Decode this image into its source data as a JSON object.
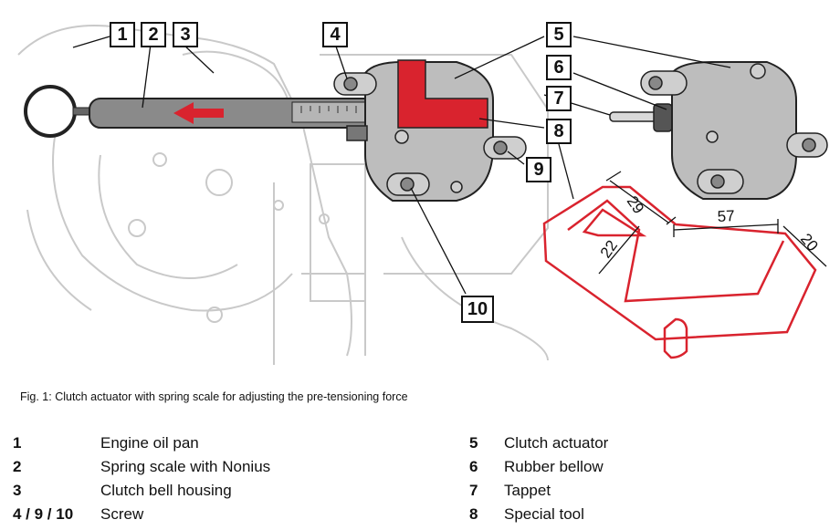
{
  "figure": {
    "callouts": [
      "1",
      "2",
      "3",
      "4",
      "5",
      "6",
      "7",
      "8",
      "9",
      "10"
    ],
    "dimensions": [
      "29",
      "22",
      "57",
      "20"
    ],
    "colors": {
      "accent_red": "#d9232e",
      "line": "#111111",
      "ghost": "#c9c9c9",
      "metal": "#bdbdbd"
    }
  },
  "caption": "Fig. 1: Clutch actuator with spring scale for adjusting the pre-tensioning force",
  "legend": {
    "left": [
      {
        "num": "1",
        "label": "Engine oil pan"
      },
      {
        "num": "2",
        "label": "Spring scale with Nonius"
      },
      {
        "num": "3",
        "label": "Clutch bell housing"
      },
      {
        "num": "4 / 9 / 10",
        "label": "Screw"
      }
    ],
    "right": [
      {
        "num": "5",
        "label": "Clutch actuator"
      },
      {
        "num": "6",
        "label": "Rubber bellow"
      },
      {
        "num": "7",
        "label": "Tappet"
      },
      {
        "num": "8",
        "label": "Special tool"
      }
    ]
  }
}
